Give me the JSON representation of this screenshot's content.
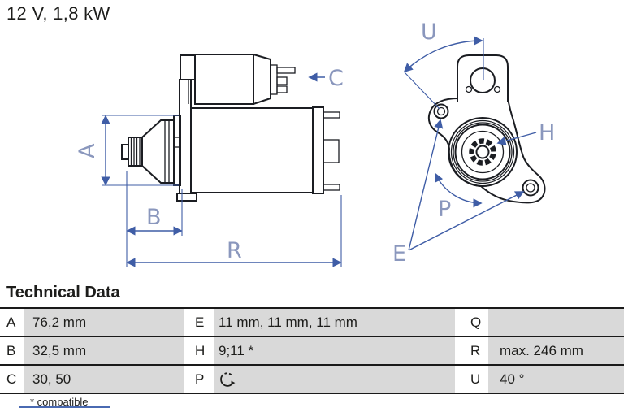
{
  "title": "12 V, 1,8 kW",
  "diagram": {
    "side_view_labels": {
      "A": "A",
      "B": "B",
      "C": "C",
      "R": "R"
    },
    "front_view_labels": {
      "U": "U",
      "H": "H",
      "P": "P",
      "E": "E"
    },
    "colors": {
      "outline": "#1b1d22",
      "dimension_line": "#3f5da6",
      "dimension_label": "#8a97bd"
    }
  },
  "table": {
    "heading": "Technical Data",
    "cell_background": "#d9d9d9",
    "rows": [
      [
        {
          "key": "A",
          "value": "76,2 mm"
        },
        {
          "key": "E",
          "value": "11 mm, 11 mm, 11 mm"
        },
        {
          "key": "Q",
          "value": ""
        }
      ],
      [
        {
          "key": "B",
          "value": "32,5 mm"
        },
        {
          "key": "H",
          "value": "9;11 *"
        },
        {
          "key": "R",
          "value": "max. 246 mm"
        }
      ],
      [
        {
          "key": "C",
          "value": "30, 50"
        },
        {
          "key": "P",
          "value": "",
          "value_icon": "rotation-direction-clockwise"
        },
        {
          "key": "U",
          "value": "40 °"
        }
      ]
    ],
    "footnote": "* compatible"
  }
}
